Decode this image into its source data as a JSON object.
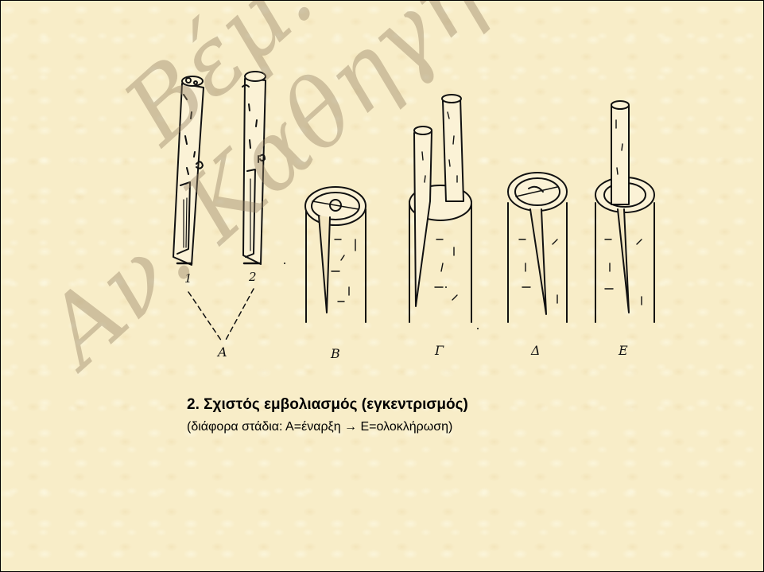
{
  "figure": {
    "stage_labels": [
      "Α",
      "Β",
      "Γ",
      "Δ",
      "Ε"
    ],
    "scion_numbers": [
      "1",
      "2"
    ]
  },
  "caption": {
    "title": "2. Σχιστός εμβολιασμός (εγκεντρισμός)",
    "subtitle": "(διάφορα στάδια: Α=έναρξη → Ε=ολοκλήρωση)"
  },
  "watermark": {
    "line1": "Βέμ...",
    "line2": "Αν. Καθηγητής Δ..."
  }
}
